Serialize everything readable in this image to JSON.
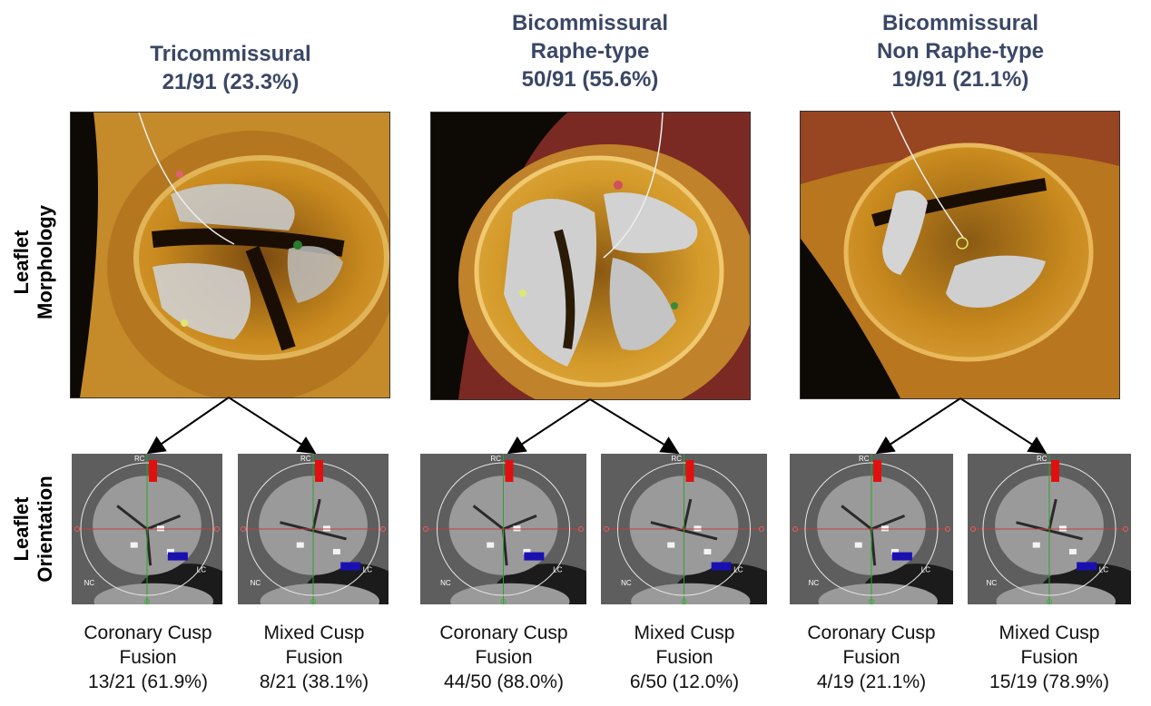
{
  "row_labels": {
    "morphology": [
      "Leaflet",
      "Morphology"
    ],
    "orientation": [
      "Leaflet",
      "Orientation"
    ]
  },
  "groups": [
    {
      "title": [
        "Tricommissural",
        "21/91 (23.3%)"
      ],
      "subgroups": [
        {
          "caption": [
            "Coronary Cusp",
            "Fusion",
            "13/21 (61.9%)"
          ]
        },
        {
          "caption": [
            "Mixed Cusp",
            "Fusion",
            "8/21 (38.1%)"
          ]
        }
      ]
    },
    {
      "title": [
        "Bicommissural",
        "Raphe-type",
        "50/91 (55.6%)"
      ],
      "subgroups": [
        {
          "caption": [
            "Coronary Cusp",
            "Fusion",
            "44/50 (88.0%)"
          ]
        },
        {
          "caption": [
            "Mixed Cusp",
            "Fusion",
            "6/50 (12.0%)"
          ]
        }
      ]
    },
    {
      "title": [
        "Bicommissural",
        "Non Raphe-type",
        "19/91 (21.1%)"
      ],
      "subgroups": [
        {
          "caption": [
            "Coronary Cusp",
            "Fusion",
            "4/19 (21.1%)"
          ]
        },
        {
          "caption": [
            "Mixed Cusp",
            "Fusion",
            "15/19 (78.9%)"
          ]
        }
      ]
    }
  ],
  "ct_labels": {
    "rc": "RC",
    "lc": "LC",
    "nc": "NC"
  },
  "colors": {
    "title": "#3a4766",
    "marker_rc": "#e01010",
    "marker_lc": "#1a10b0",
    "tissue_gold": "#c98a1e",
    "leaflet_grey": "#c8c8c8"
  }
}
